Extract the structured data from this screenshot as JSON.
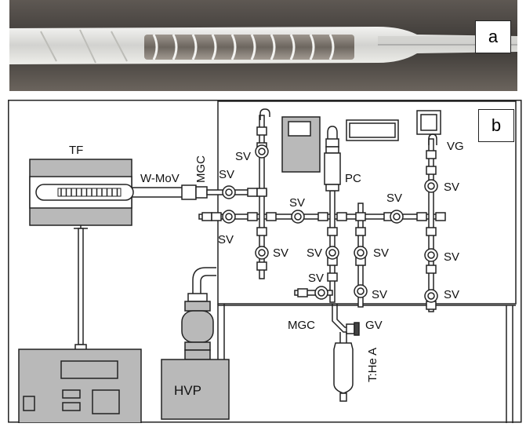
{
  "panels": {
    "a": {
      "label": "a"
    },
    "b": {
      "label": "b"
    }
  },
  "diagram": {
    "labels": {
      "tf": "TF",
      "wmov": "W-MoV",
      "mgc_top": "MGC",
      "mgc_bottom": "MGC",
      "pc": "PC",
      "vg": "VG",
      "gv": "GV",
      "hvp": "HVP",
      "tank": "T:He A",
      "sv": "SV"
    }
  },
  "colors": {
    "line": "#222222",
    "panel_gray": "#b9b9b9",
    "bg": "#ffffff",
    "photo_dark": "#3a3734",
    "tube_white": "#e6e6e4"
  }
}
